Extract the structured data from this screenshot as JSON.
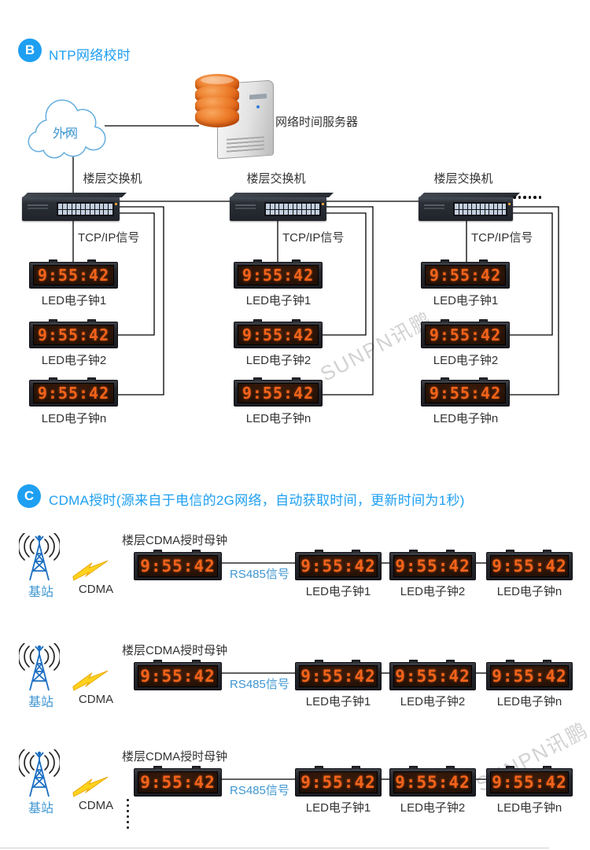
{
  "page": {
    "watermark": "SUNPN讯鹏"
  },
  "section_b": {
    "badge": "B",
    "title": "NTP网络校时",
    "cloud_label": "外网",
    "server_label": "网络时间服务器",
    "switch_label": "楼层交换机",
    "signal_label": "TCP/IP信号",
    "clock_time": "9:55:42",
    "clock_labels": [
      "LED电子钟1",
      "LED电子钟2",
      "LED电子钟n"
    ],
    "more_dots": "......"
  },
  "section_c": {
    "badge": "C",
    "title": "CDMA授时(源来自于电信的2G网络，自动获取时间，更新时间为1秒)",
    "station_label": "基站",
    "cdma_label": "CDMA",
    "master_label": "楼层CDMA授时母钟",
    "signal_label": "RS485信号",
    "clock_time": "9:55:42",
    "clock_labels": [
      "LED电子钟1",
      "LED电子钟2",
      "LED电子钟n"
    ]
  },
  "colors": {
    "accent_blue": "#1E9FF2",
    "label_blue": "#3E96D2",
    "led_orange": "#F4631A",
    "lightning_yellow": "#FFD21C",
    "line_black": "#000000",
    "watermark_gray": "#D2D2D2"
  }
}
